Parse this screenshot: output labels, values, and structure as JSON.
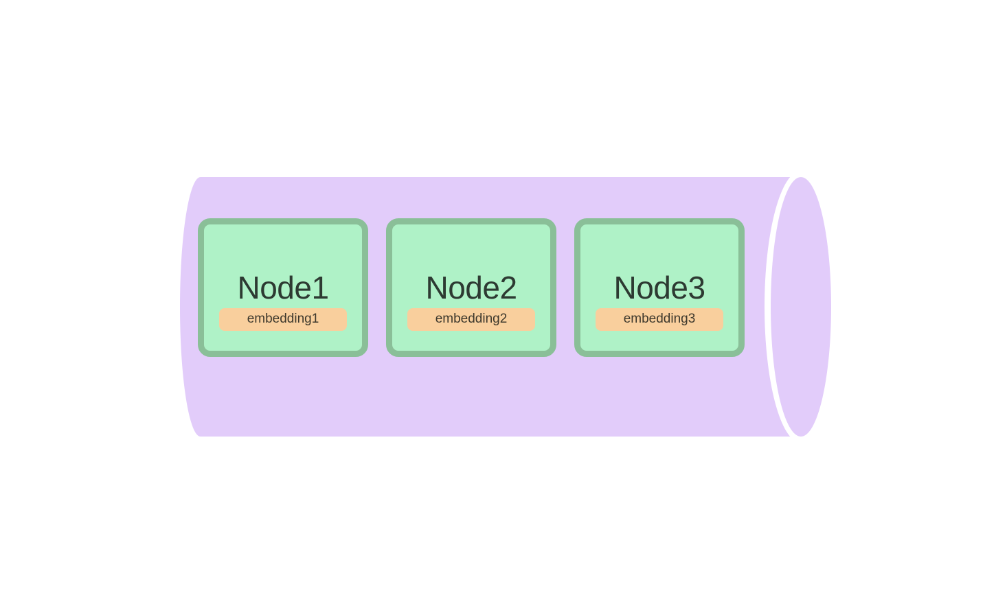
{
  "diagram": {
    "kind": "vector-store-cylinder",
    "nodes": [
      {
        "label": "Node1",
        "embedding": "embedding1"
      },
      {
        "label": "Node2",
        "embedding": "embedding2"
      },
      {
        "label": "Node3",
        "embedding": "embedding3"
      }
    ],
    "colors": {
      "bg": "#ffffff",
      "cylinder-fill": "#e2ccfa",
      "cap-gap": "#ffffff",
      "node-fill": "#aff2c7",
      "node-border": "#8abf98",
      "badge-fill": "#f9cf9d",
      "node-text": "#2d3a32",
      "badge-text": "#3d382c"
    }
  }
}
